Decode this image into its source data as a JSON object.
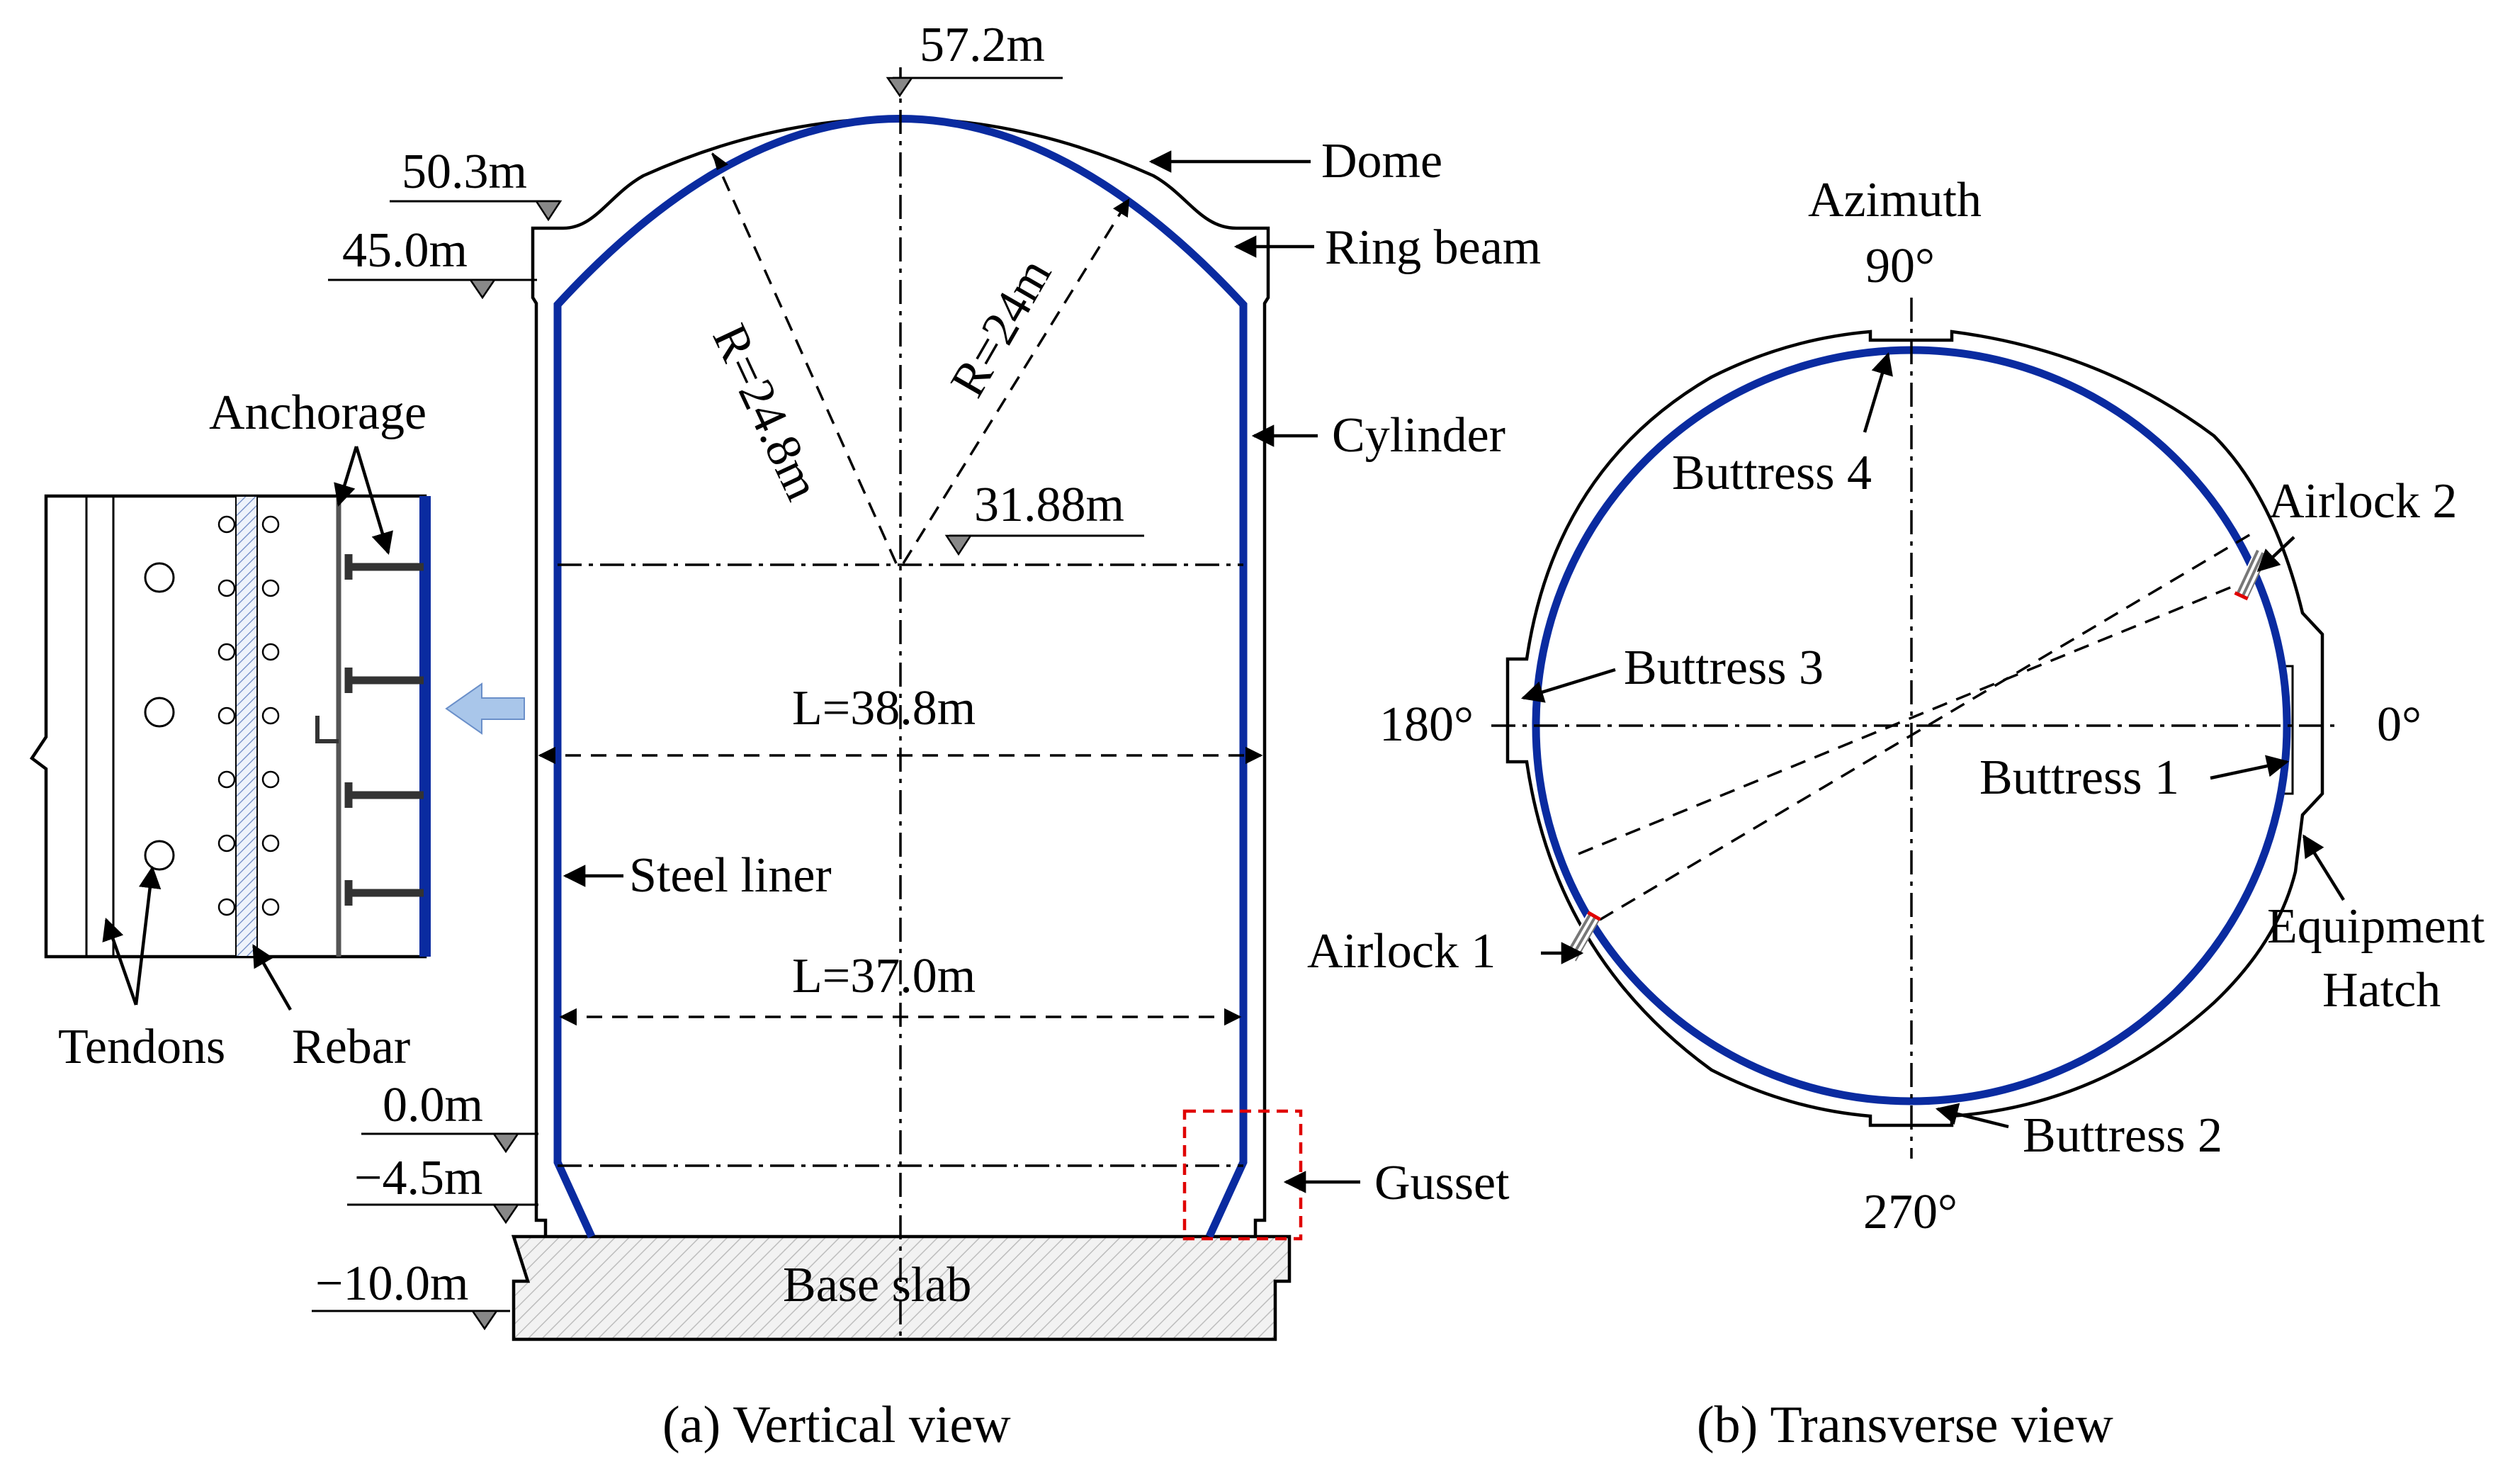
{
  "colors": {
    "liner": "#0a2ba0",
    "gusset_box": "#e00000",
    "arrow_fill": "#a9c6ea",
    "elevation_marker": "#888888",
    "base_hatch": "#bdbdbd"
  },
  "vertical_view": {
    "caption": "(a) Vertical view",
    "elevations": [
      "57.2m",
      "50.3m",
      "45.0m",
      "31.88m",
      "0.0m",
      "−4.5m",
      "−10.0m"
    ],
    "dimensions": {
      "inner_span_upper": "L=38.8m",
      "inner_span_lower": "L=37.0m"
    },
    "radii": {
      "dome_left": "R=24.8m",
      "dome_right": "R=24m"
    },
    "labels": {
      "dome": "Dome",
      "ring_beam": "Ring beam",
      "cylinder": "Cylinder",
      "steel_liner": "Steel liner",
      "gusset": "Gusset",
      "base_slab": "Base slab"
    },
    "detail": {
      "anchorage": "Anchorage",
      "tendons": "Tendons",
      "rebar": "Rebar"
    }
  },
  "transverse_view": {
    "caption": "(b) Transverse view",
    "azimuth_title": "Azimuth",
    "angles": {
      "a90": "90°",
      "a180": "180°",
      "a0": "0°",
      "a270": "270°"
    },
    "buttresses": {
      "b1": "Buttress 1",
      "b2": "Buttress 2",
      "b3": "Buttress 3",
      "b4": "Buttress 4"
    },
    "airlocks": {
      "a1": "Airlock 1",
      "a2": "Airlock 2"
    },
    "equipment_hatch": [
      "Equipment",
      "Hatch"
    ]
  }
}
